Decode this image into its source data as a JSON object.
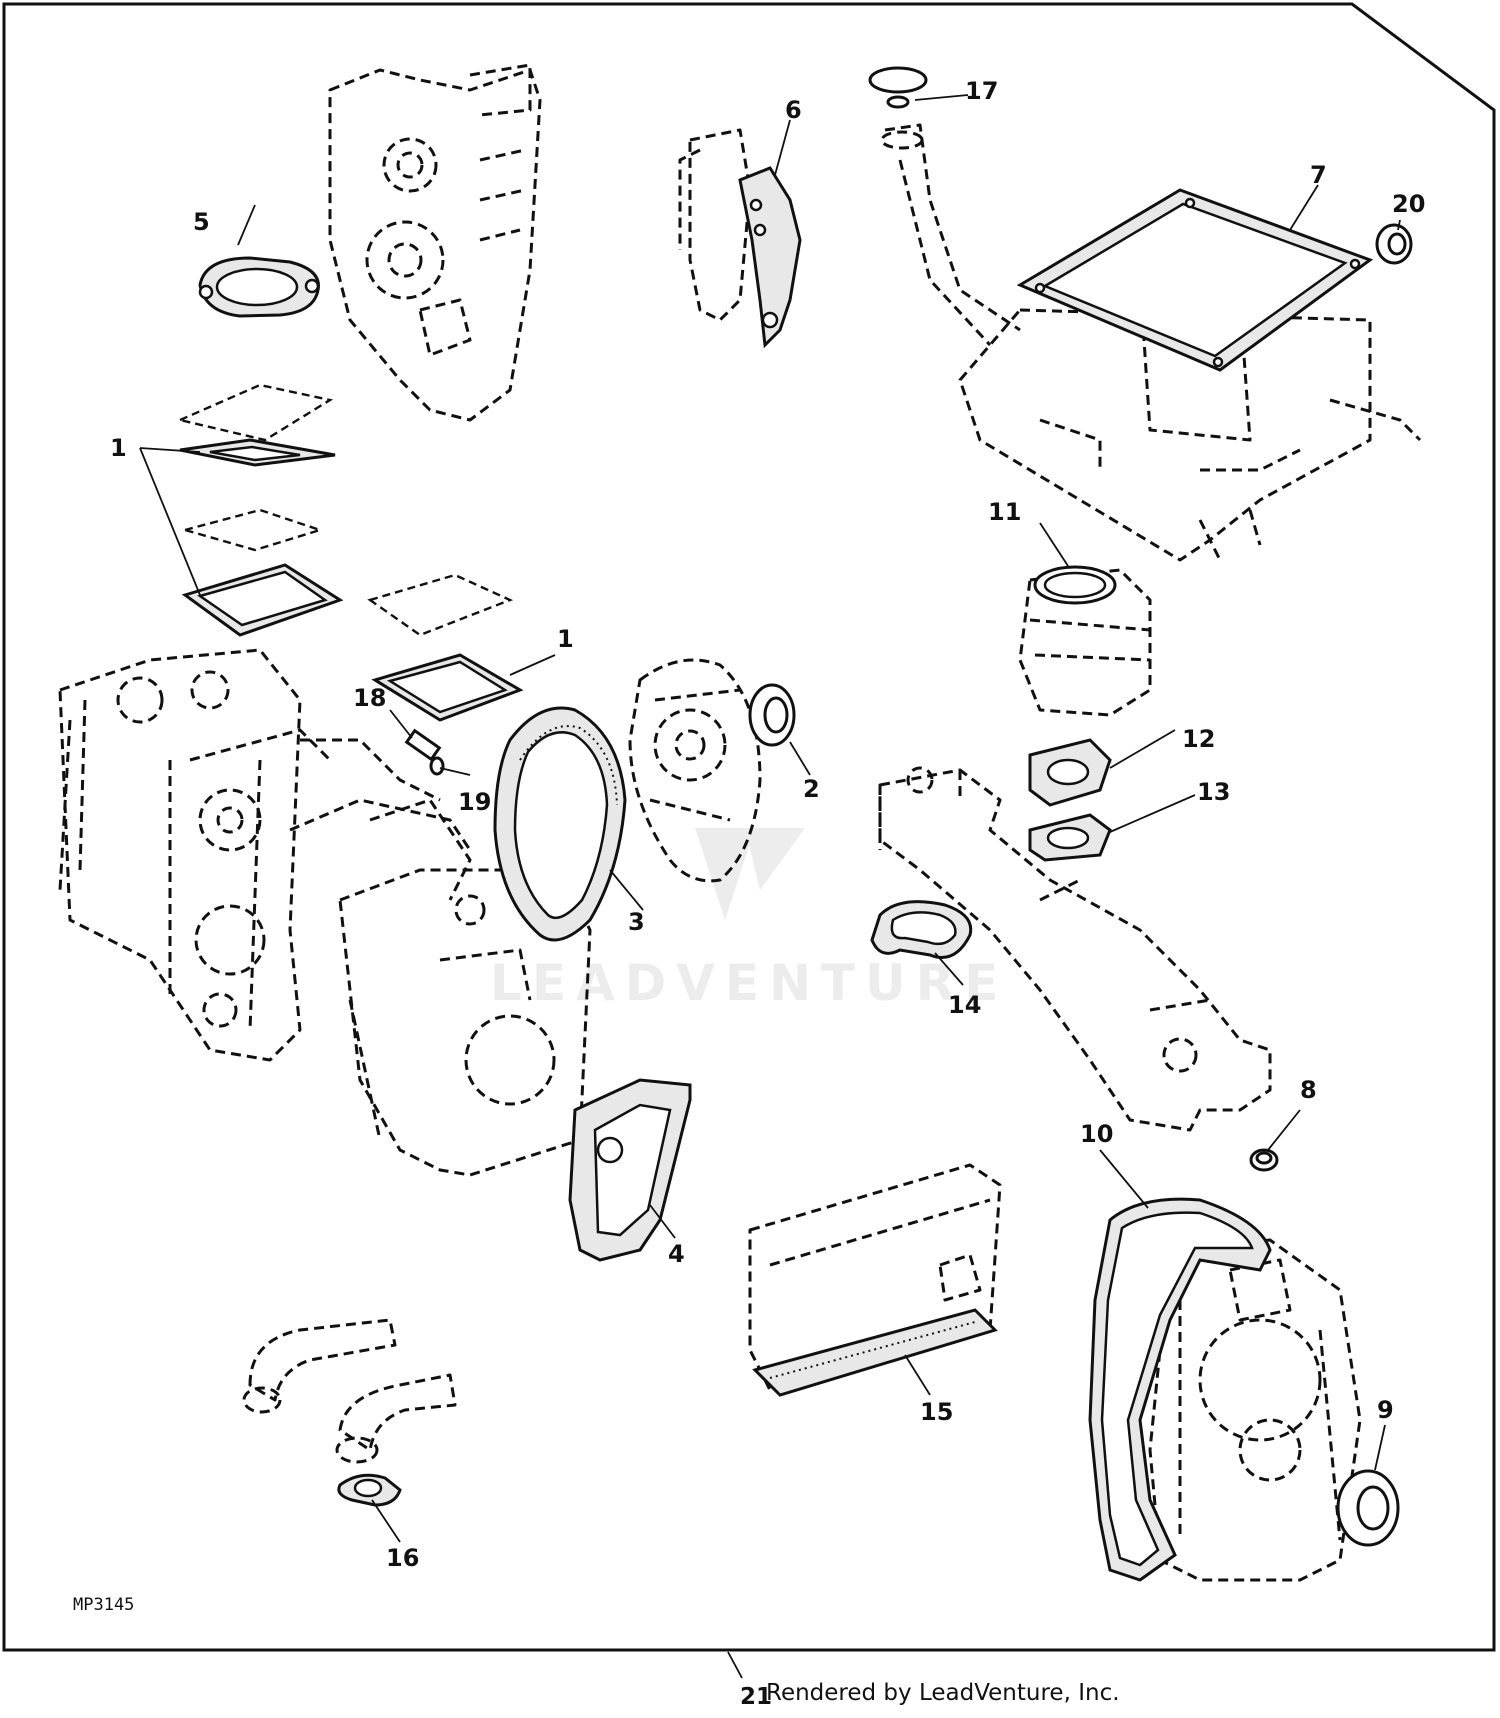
{
  "figure_code": "MP3145",
  "sheet_number": "21",
  "credit": "Rendered by LeadVenture, Inc.",
  "watermark": "LEADVENTURE",
  "callouts": {
    "c1a": "1",
    "c1b": "1",
    "c2": "2",
    "c3": "3",
    "c4": "4",
    "c5": "5",
    "c6": "6",
    "c7": "7",
    "c8": "8",
    "c9": "9",
    "c10": "10",
    "c11": "11",
    "c12": "12",
    "c13": "13",
    "c14": "14",
    "c15": "15",
    "c16": "16",
    "c17": "17",
    "c18": "18",
    "c19": "19",
    "c20": "20"
  }
}
